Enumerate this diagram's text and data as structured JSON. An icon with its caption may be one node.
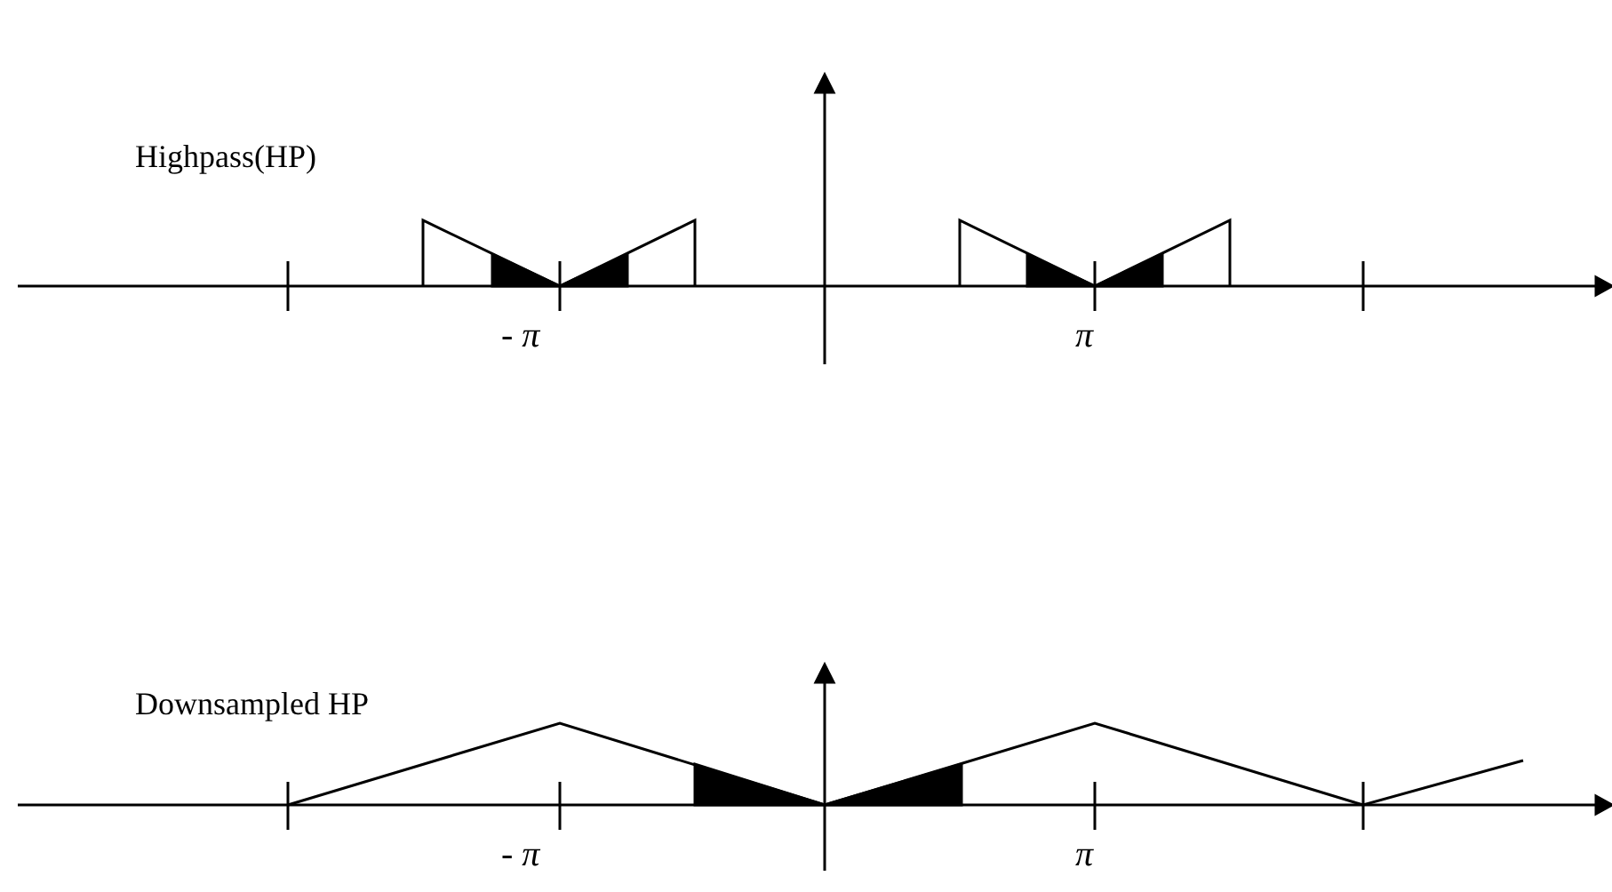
{
  "diagram": {
    "labels": [
      "Highpass(HP)",
      "- π",
      "π",
      "Downsampled HP",
      "- π",
      "π"
    ]
  }
}
